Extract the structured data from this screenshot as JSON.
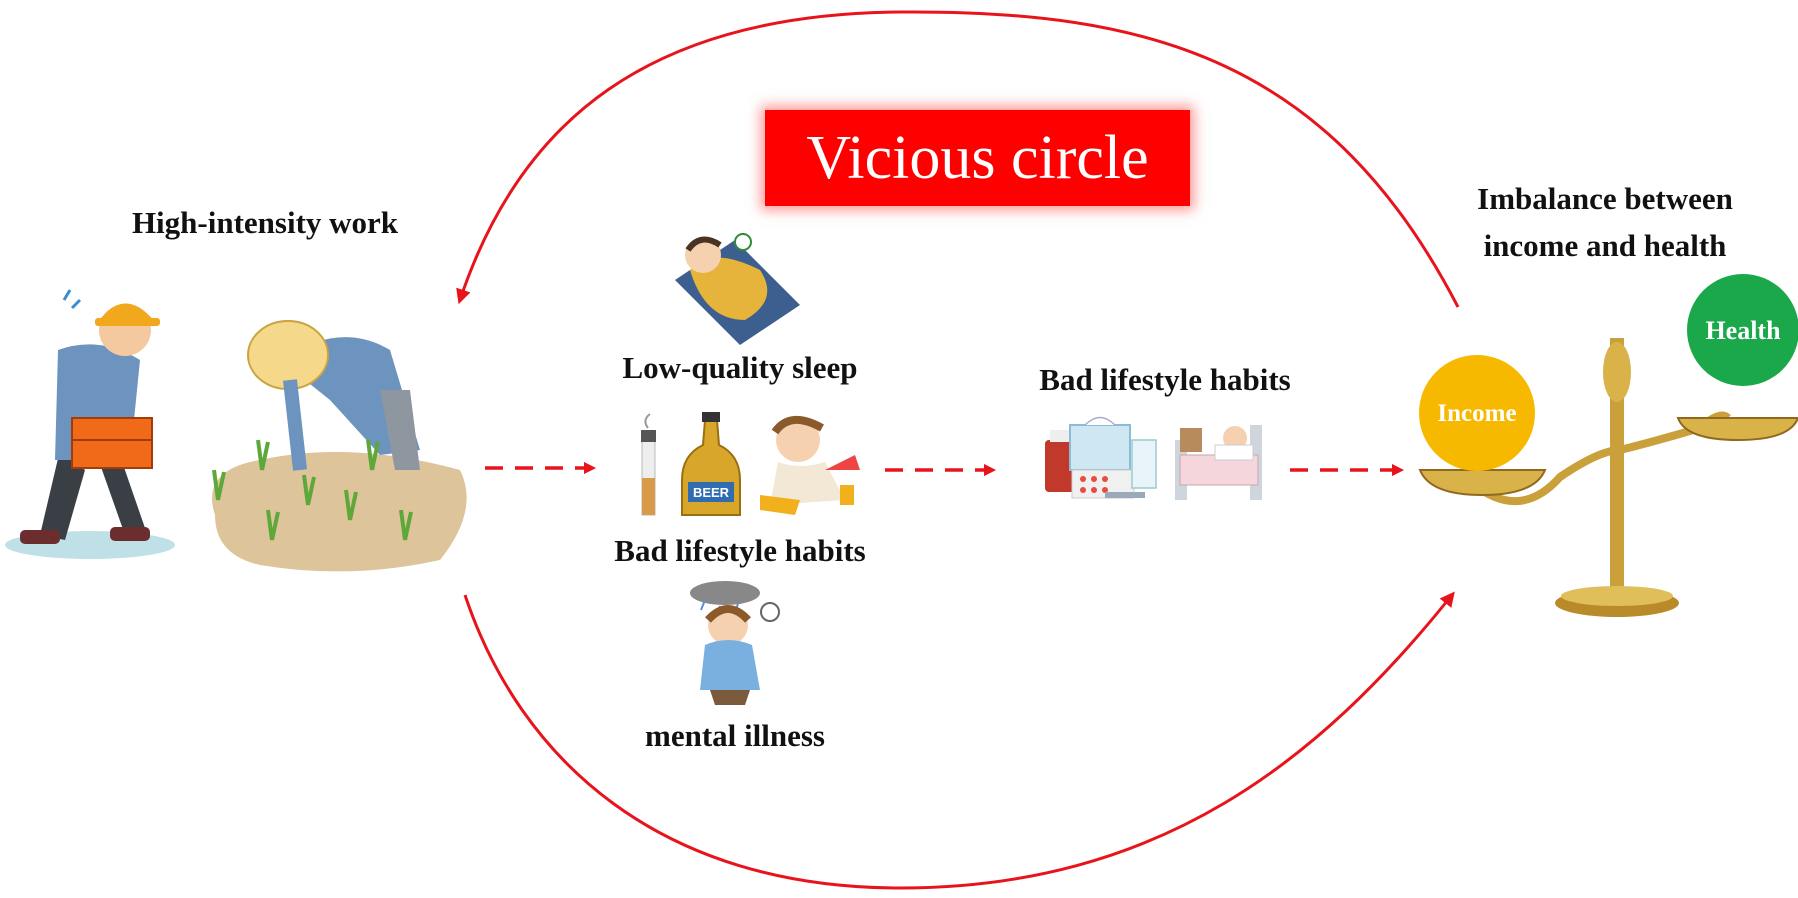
{
  "title": "Vicious circle",
  "labels": {
    "high_intensity_work": "High-intensity work",
    "low_quality_sleep": "Low-quality sleep",
    "bad_habits_left": "Bad lifestyle habits",
    "mental_illness": "mental illness",
    "bad_habits_right": "Bad lifestyle habits",
    "imbalance_line1": "Imbalance between",
    "imbalance_line2": "income and health",
    "income": "Income",
    "health": "Health",
    "beer": "BEER"
  },
  "colors": {
    "arrow_red": "#e8141c",
    "title_bg": "#ff0000",
    "income": "#f7b800",
    "health": "#1aa84a",
    "scale_gold": "#c9a03a"
  },
  "icons": [
    "worker-carrying-box-icon",
    "farmer-planting-rice-icon",
    "sleeping-person-icon",
    "cigarette-icon",
    "beer-bottle-icon",
    "junk-food-child-icon",
    "depressed-person-icon",
    "medicine-icon",
    "hospital-bed-icon",
    "balance-scale-icon"
  ]
}
